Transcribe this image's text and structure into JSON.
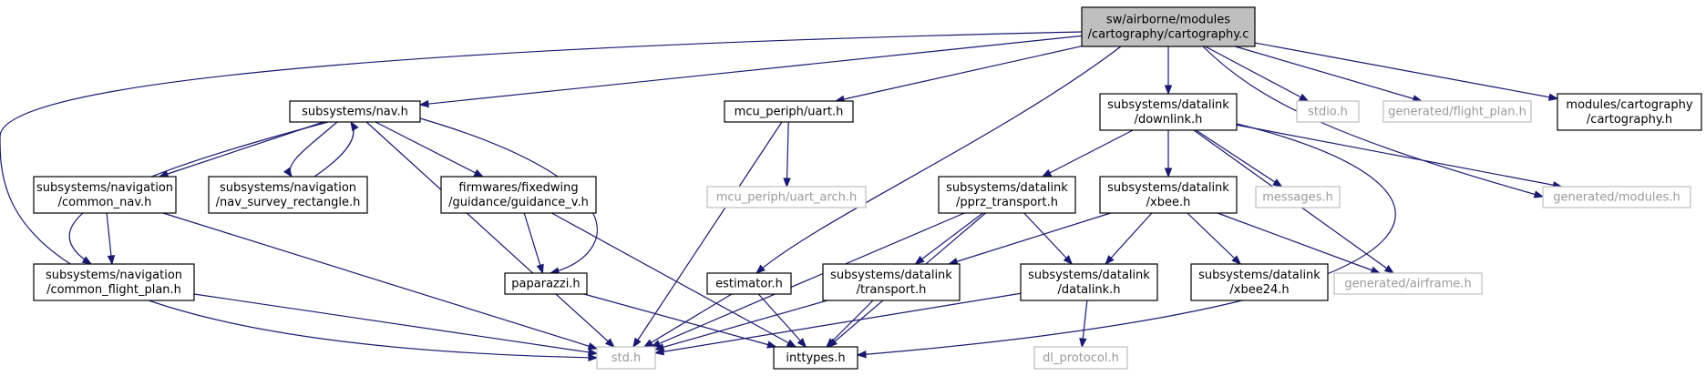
{
  "diagram": {
    "type": "include-dependency-graph",
    "nodes": [
      {
        "id": "root",
        "lines": [
          "sw/airborne/modules",
          "/cartography/cartography.c"
        ],
        "kind": "root"
      },
      {
        "id": "nav_h",
        "lines": [
          "subsystems/nav.h"
        ],
        "kind": "normal"
      },
      {
        "id": "uart_h",
        "lines": [
          "mcu_periph/uart.h"
        ],
        "kind": "normal"
      },
      {
        "id": "downlink_h",
        "lines": [
          "subsystems/datalink",
          "/downlink.h"
        ],
        "kind": "normal"
      },
      {
        "id": "stdio_h",
        "lines": [
          "stdio.h"
        ],
        "kind": "missing"
      },
      {
        "id": "flight_plan_h",
        "lines": [
          "generated/flight_plan.h"
        ],
        "kind": "missing"
      },
      {
        "id": "cartography_h",
        "lines": [
          "modules/cartography",
          "/cartography.h"
        ],
        "kind": "normal"
      },
      {
        "id": "common_nav_h",
        "lines": [
          "subsystems/navigation",
          "/common_nav.h"
        ],
        "kind": "normal"
      },
      {
        "id": "nav_survey_h",
        "lines": [
          "subsystems/navigation",
          "/nav_survey_rectangle.h"
        ],
        "kind": "normal"
      },
      {
        "id": "guidance_v_h",
        "lines": [
          "firmwares/fixedwing",
          "/guidance/guidance_v.h"
        ],
        "kind": "normal"
      },
      {
        "id": "uart_arch_h",
        "lines": [
          "mcu_periph/uart_arch.h"
        ],
        "kind": "missing"
      },
      {
        "id": "pprz_transport_h",
        "lines": [
          "subsystems/datalink",
          "/pprz_transport.h"
        ],
        "kind": "normal"
      },
      {
        "id": "xbee_h",
        "lines": [
          "subsystems/datalink",
          "/xbee.h"
        ],
        "kind": "normal"
      },
      {
        "id": "messages_h",
        "lines": [
          "messages.h"
        ],
        "kind": "missing"
      },
      {
        "id": "modules_h",
        "lines": [
          "generated/modules.h"
        ],
        "kind": "missing"
      },
      {
        "id": "common_flight_plan_h",
        "lines": [
          "subsystems/navigation",
          "/common_flight_plan.h"
        ],
        "kind": "normal"
      },
      {
        "id": "paparazzi_h",
        "lines": [
          "paparazzi.h"
        ],
        "kind": "normal"
      },
      {
        "id": "estimator_h",
        "lines": [
          "estimator.h"
        ],
        "kind": "normal"
      },
      {
        "id": "transport_h",
        "lines": [
          "subsystems/datalink",
          "/transport.h"
        ],
        "kind": "normal"
      },
      {
        "id": "datalink_h",
        "lines": [
          "subsystems/datalink",
          "/datalink.h"
        ],
        "kind": "normal"
      },
      {
        "id": "xbee24_h",
        "lines": [
          "subsystems/datalink",
          "/xbee24.h"
        ],
        "kind": "normal"
      },
      {
        "id": "airframe_h",
        "lines": [
          "generated/airframe.h"
        ],
        "kind": "missing"
      },
      {
        "id": "std_h",
        "lines": [
          "std.h"
        ],
        "kind": "missing"
      },
      {
        "id": "inttypes_h",
        "lines": [
          "inttypes.h"
        ],
        "kind": "normal"
      },
      {
        "id": "dl_protocol_h",
        "lines": [
          "dl_protocol.h"
        ],
        "kind": "missing"
      }
    ],
    "edges": [
      [
        "root",
        "nav_h"
      ],
      [
        "root",
        "uart_h"
      ],
      [
        "root",
        "downlink_h"
      ],
      [
        "root",
        "stdio_h"
      ],
      [
        "root",
        "flight_plan_h"
      ],
      [
        "root",
        "cartography_h"
      ],
      [
        "root",
        "estimator_h"
      ],
      [
        "root",
        "std_h"
      ],
      [
        "root",
        "modules_h"
      ],
      [
        "nav_h",
        "common_nav_h"
      ],
      [
        "nav_h",
        "nav_survey_h"
      ],
      [
        "nav_h",
        "guidance_v_h"
      ],
      [
        "nav_h",
        "common_flight_plan_h"
      ],
      [
        "nav_h",
        "paparazzi_h"
      ],
      [
        "nav_h",
        "std_h"
      ],
      [
        "nav_survey_h",
        "nav_h"
      ],
      [
        "common_nav_h",
        "common_flight_plan_h"
      ],
      [
        "common_nav_h",
        "std_h"
      ],
      [
        "guidance_v_h",
        "paparazzi_h"
      ],
      [
        "guidance_v_h",
        "inttypes_h"
      ],
      [
        "common_flight_plan_h",
        "std_h"
      ],
      [
        "paparazzi_h",
        "inttypes_h"
      ],
      [
        "uart_h",
        "uart_arch_h"
      ],
      [
        "uart_h",
        "std_h"
      ],
      [
        "downlink_h",
        "pprz_transport_h"
      ],
      [
        "downlink_h",
        "xbee_h"
      ],
      [
        "downlink_h",
        "messages_h"
      ],
      [
        "downlink_h",
        "modules_h"
      ],
      [
        "downlink_h",
        "airframe_h"
      ],
      [
        "downlink_h",
        "inttypes_h"
      ],
      [
        "pprz_transport_h",
        "std_h"
      ],
      [
        "pprz_transport_h",
        "transport_h"
      ],
      [
        "pprz_transport_h",
        "datalink_h"
      ],
      [
        "pprz_transport_h",
        "inttypes_h"
      ],
      [
        "xbee_h",
        "transport_h"
      ],
      [
        "xbee_h",
        "datalink_h"
      ],
      [
        "xbee_h",
        "xbee24_h"
      ],
      [
        "xbee_h",
        "airframe_h"
      ],
      [
        "estimator_h",
        "std_h"
      ],
      [
        "estimator_h",
        "inttypes_h"
      ],
      [
        "transport_h",
        "std_h"
      ],
      [
        "transport_h",
        "inttypes_h"
      ],
      [
        "datalink_h",
        "std_h"
      ],
      [
        "datalink_h",
        "dl_protocol_h"
      ]
    ]
  }
}
